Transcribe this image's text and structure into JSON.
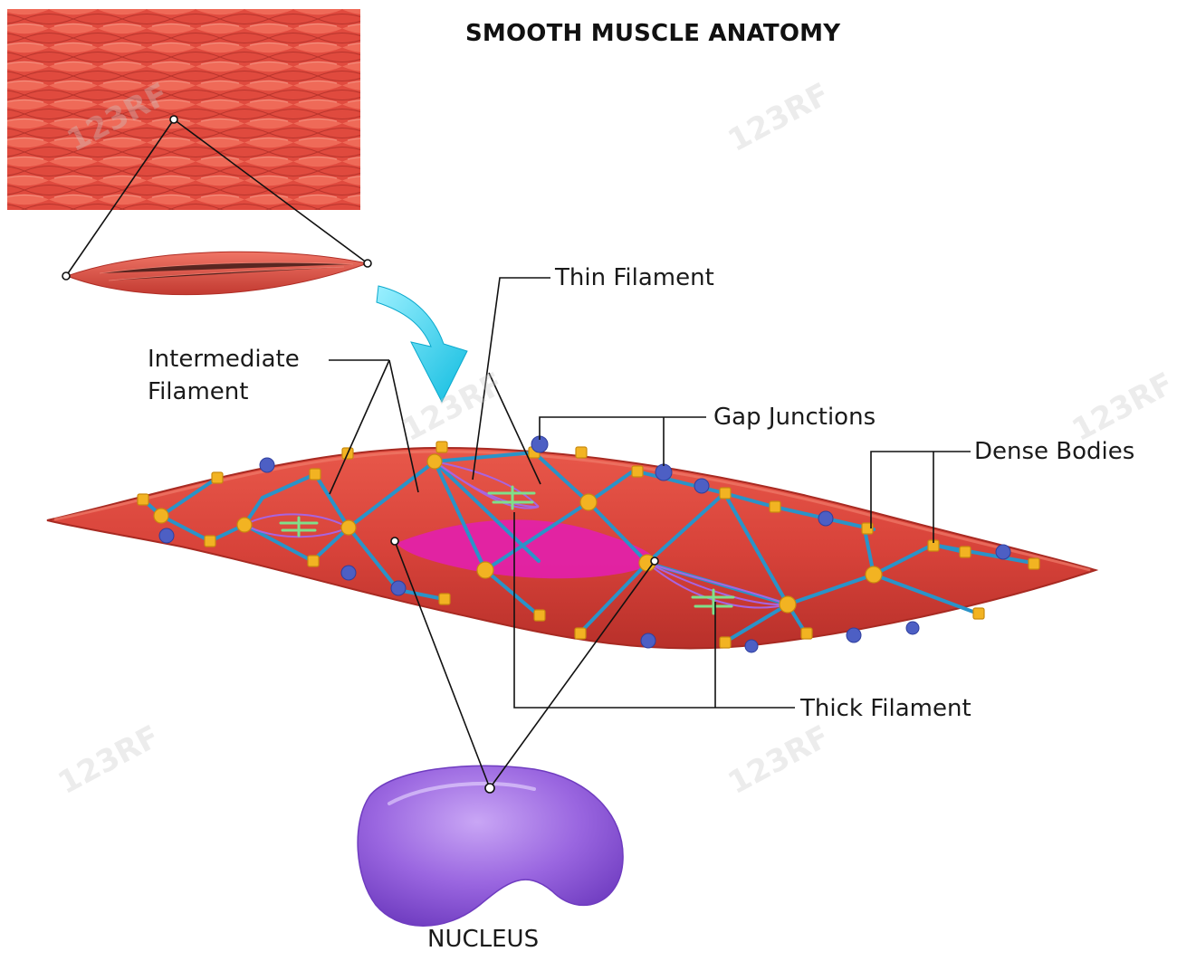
{
  "title": "SMOOTH MUSCLE ANATOMY",
  "labels": {
    "thin_filament": "Thin Filament",
    "intermediate_filament_line1": "Intermediate",
    "intermediate_filament_line2": "Filament",
    "gap_junctions": "Gap Junctions",
    "dense_bodies": "Dense Bodies",
    "thick_filament": "Thick Filament",
    "nucleus": "NUCLEUS"
  },
  "watermark": "123RF",
  "colors": {
    "tissue": "#e2493d",
    "cell": "#d8433a",
    "dense_body": "#f2b322",
    "gap_junction": "#4d5fc4",
    "intermediate_filament": "#2a93c8",
    "thin_filament": "#a864e0",
    "thick_filament": "#7fe08a",
    "nucleus": "#9a66e0",
    "inner_nucleus_region": "#e21fb0",
    "arrow": "#2fd3ee",
    "leader_line": "#111111"
  }
}
